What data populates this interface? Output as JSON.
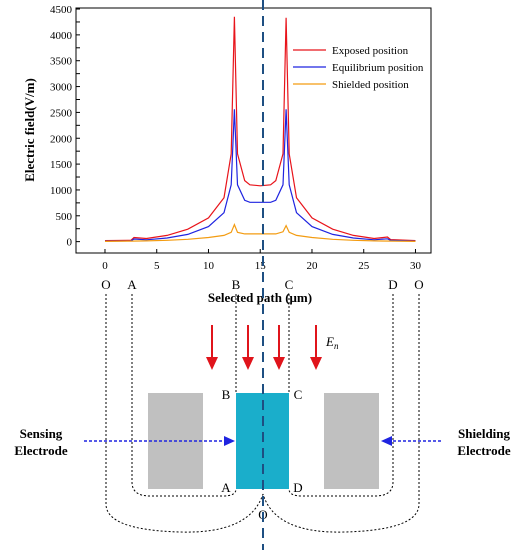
{
  "chart_data": {
    "type": "line",
    "xlabel": "Selected path (μm)",
    "ylabel": "Electric field(V/m)",
    "xlim": [
      -2.8,
      31.5
    ],
    "ylim": [
      -220,
      4520
    ],
    "xticks": [
      0,
      5,
      10,
      15,
      20,
      25,
      30
    ],
    "yticks": [
      0,
      250,
      500,
      750,
      1000,
      1250,
      1500,
      1750,
      2000,
      2250,
      2500,
      2750,
      3000,
      3250,
      3500,
      3750,
      4000,
      4250,
      4500
    ],
    "yticklabels": [
      "0",
      "",
      "500",
      "",
      "1000",
      "",
      "1500",
      "",
      "2000",
      "",
      "2500",
      "",
      "3000",
      "",
      "3500",
      "",
      "4000",
      "",
      "4500"
    ],
    "grid": false,
    "legend_position": "top-right",
    "series": [
      {
        "name": "Exposed position",
        "color": "#e8141b",
        "x": [
          0,
          2.5,
          2.8,
          4,
          6,
          8,
          10,
          11.5,
          12.2,
          12.5,
          12.8,
          13.5,
          14,
          15,
          16,
          16.5,
          17.2,
          17.5,
          17.8,
          18.5,
          20,
          22,
          24,
          26,
          27.3,
          27.6,
          30
        ],
        "y": [
          20,
          25,
          80,
          60,
          120,
          240,
          460,
          850,
          1700,
          4350,
          1700,
          1180,
          1100,
          1080,
          1100,
          1180,
          1700,
          4330,
          1700,
          850,
          460,
          240,
          120,
          60,
          90,
          40,
          20
        ]
      },
      {
        "name": "Equilibrium position",
        "color": "#1f24e0",
        "x": [
          0,
          2.5,
          2.8,
          4,
          6,
          8,
          10,
          11.5,
          12.2,
          12.5,
          12.8,
          13.5,
          14,
          15,
          16,
          16.5,
          17.2,
          17.5,
          17.8,
          18.5,
          20,
          22,
          24,
          26,
          27.3,
          27.6,
          30
        ],
        "y": [
          10,
          15,
          50,
          35,
          70,
          140,
          290,
          560,
          1100,
          2560,
          1100,
          800,
          760,
          760,
          760,
          800,
          1100,
          2560,
          1100,
          560,
          290,
          140,
          70,
          35,
          55,
          25,
          10
        ]
      },
      {
        "name": "Shielded position",
        "color": "#f39c12",
        "x": [
          0,
          2.5,
          4,
          6,
          8,
          10,
          11.5,
          12.2,
          12.5,
          12.8,
          13.5,
          15,
          16.5,
          17.2,
          17.5,
          17.8,
          18.5,
          20,
          22,
          24,
          26,
          28,
          30
        ],
        "y": [
          5,
          10,
          15,
          25,
          45,
          80,
          120,
          180,
          330,
          180,
          150,
          150,
          150,
          190,
          310,
          180,
          120,
          80,
          45,
          25,
          15,
          10,
          5
        ]
      }
    ]
  },
  "diagram": {
    "top_points": [
      "O",
      "A",
      "B",
      "C",
      "D",
      "O"
    ],
    "electrode_corners": [
      "B",
      "C",
      "A",
      "D"
    ],
    "bottom_point": "O",
    "field_label": "E",
    "field_subscript": "n",
    "left_label_1": "Sensing",
    "left_label_2": "Electrode",
    "right_label_1": "Shielding",
    "right_label_2": "Electrode",
    "colors": {
      "electrode": "#1aaecb",
      "blocks": "#c0c0c0",
      "arrows": "#e0141b",
      "dashed_arrows": "#1f24e0",
      "center_line": "#1e4f82"
    }
  }
}
